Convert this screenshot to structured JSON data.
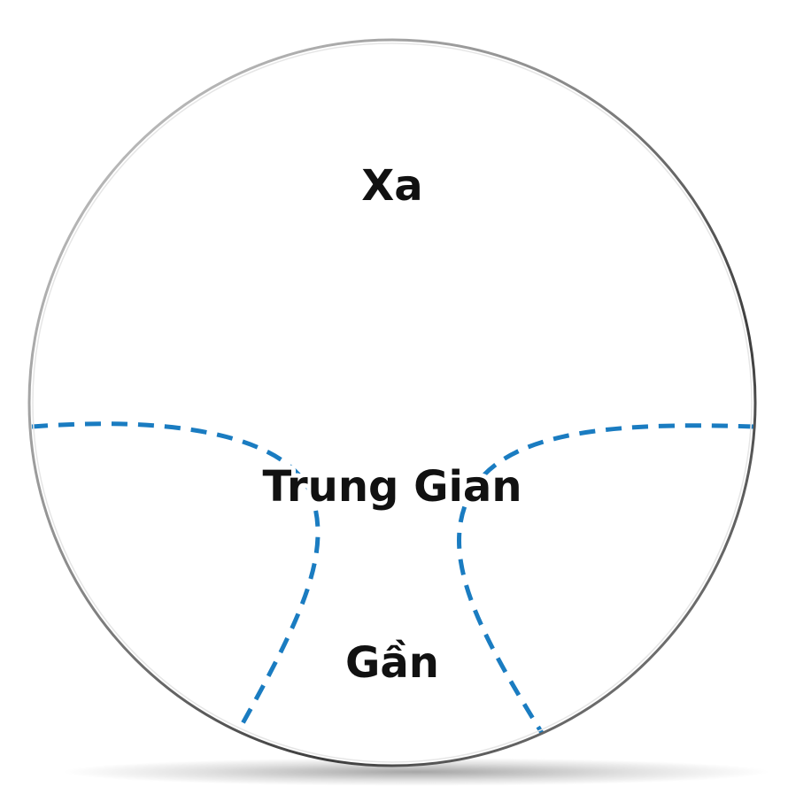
{
  "lens": {
    "zones": {
      "far": "Xa",
      "intermediate": "Trung Gian",
      "near": "Gần"
    }
  },
  "colors": {
    "divider": "#1a7cc1",
    "label": "#111111",
    "lens_edge": "#5a5a5a",
    "background": "#ffffff"
  }
}
